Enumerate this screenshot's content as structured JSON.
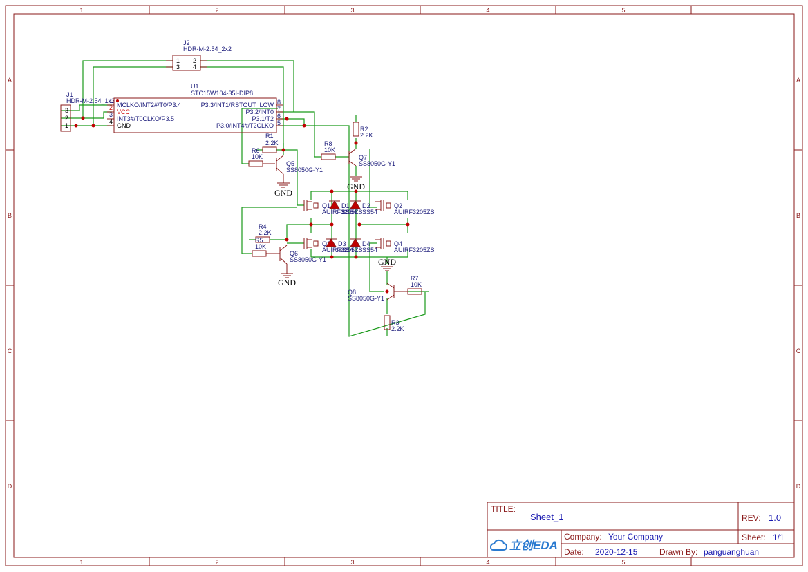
{
  "sheet": {
    "zones_top": [
      "1",
      "2",
      "3",
      "4",
      "5"
    ],
    "zones_side": [
      "A",
      "B",
      "C",
      "D"
    ]
  },
  "title_block": {
    "title_label": "TITLE:",
    "title_value": "Sheet_1",
    "rev_label": "REV:",
    "rev_value": "1.0",
    "company_label": "Company:",
    "company_value": "Your Company",
    "sheet_label": "Sheet:",
    "sheet_value": "1/1",
    "date_label": "Date:",
    "date_value": "2020-12-15",
    "drawn_label": "Drawn By:",
    "drawn_value": "panguanghuan",
    "logo_text": "立创EDA"
  },
  "components": {
    "j2": {
      "ref": "J2",
      "value": "HDR-M-2.54_2x2",
      "pins": [
        "1",
        "2",
        "3",
        "4"
      ]
    },
    "j1": {
      "ref": "J1",
      "value": "HDR-M-2.54_1x3",
      "pins": [
        "3",
        "2",
        "1"
      ]
    },
    "u1": {
      "ref": "U1",
      "value": "STC15W104-35I-DIP8",
      "left_pins": [
        {
          "num": "1",
          "name": "MCLKO/INT2#/T0/P3.4"
        },
        {
          "num": "2",
          "name": "VCC"
        },
        {
          "num": "3",
          "name": "INT3#/T0CLKO/P3.5"
        },
        {
          "num": "4",
          "name": "GND"
        }
      ],
      "right_pins": [
        {
          "num": "8",
          "name": "P3.3/INT1/RSTOUT_LOW"
        },
        {
          "num": "7",
          "name": "P3.2/INT0"
        },
        {
          "num": "6",
          "name": "P3.1/T2"
        },
        {
          "num": "5",
          "name": "P3.0/INT4#/T2CLKO"
        }
      ]
    },
    "r1": {
      "ref": "R1",
      "value": "2.2K"
    },
    "r6": {
      "ref": "R6",
      "value": "10K"
    },
    "q5": {
      "ref": "Q5",
      "value": "SS8050G-Y1"
    },
    "r8": {
      "ref": "R8",
      "value": "10K"
    },
    "r2": {
      "ref": "R2",
      "value": "2.2K"
    },
    "q7": {
      "ref": "Q7",
      "value": "SS8050G-Y1"
    },
    "q1": {
      "ref": "Q1",
      "value": "AUIRF3205ZS"
    },
    "d1": {
      "ref": "D1",
      "value": "SS54"
    },
    "d2": {
      "ref": "D2",
      "value": "SS54"
    },
    "q2": {
      "ref": "Q2",
      "value": "AUIRF3205ZS"
    },
    "r4": {
      "ref": "R4",
      "value": "2.2K"
    },
    "r5": {
      "ref": "R5",
      "value": "10K"
    },
    "q6": {
      "ref": "Q6",
      "value": "SS8050G-Y1"
    },
    "q3": {
      "ref": "Q3",
      "value": "AUIRF3205ZS"
    },
    "d3": {
      "ref": "D3",
      "value": "SS54"
    },
    "d4": {
      "ref": "D4",
      "value": "SS54"
    },
    "q4": {
      "ref": "Q4",
      "value": "AUIRF3205ZS"
    },
    "r7": {
      "ref": "R7",
      "value": "10K"
    },
    "q8": {
      "ref": "Q8",
      "value": "SS8050G-Y1"
    },
    "r3": {
      "ref": "R3",
      "value": "2.2K"
    }
  },
  "net_labels": {
    "gnd": "GND"
  }
}
